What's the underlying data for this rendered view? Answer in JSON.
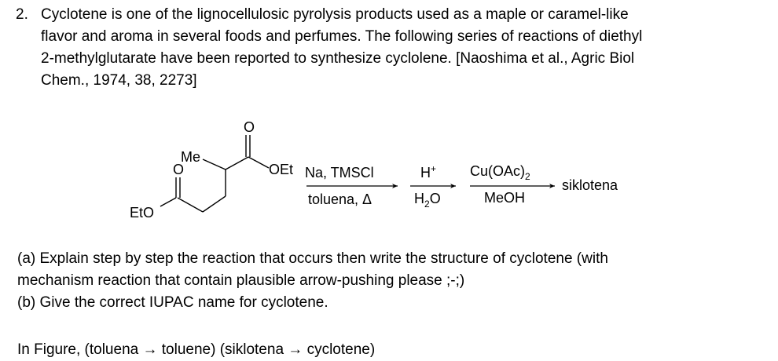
{
  "question": {
    "number": "2.",
    "intro_lines": [
      "Cyclotene is one of the lignocellulosic pyrolysis products used as a maple or caramel-like",
      "flavor and aroma in several foods and perfumes. The following series of reactions of diethyl",
      "2-methylglutarate have been reported to synthesize cyclolene. [Naoshima et al., Agric Biol",
      "Chem., 1974, 38, 2273]"
    ]
  },
  "scheme": {
    "molecule_labels": {
      "methyl": "Me",
      "carbonyl_oxygen_left": "O",
      "carbonyl_oxygen_right": "O",
      "ethoxy_left": "EtO",
      "ethoxy_right": "OEt"
    },
    "steps": [
      {
        "above": "Na, TMSCl",
        "below": "toluena, Δ"
      },
      {
        "above_base": "H",
        "above_sup": "+",
        "below_base": "H",
        "below_sub": "2",
        "below_after": "O"
      },
      {
        "above_base": "Cu(OAc)",
        "above_sub": "2",
        "below": "MeOH"
      }
    ],
    "product": "siklotena"
  },
  "parts": [
    "(a) Explain step by step the reaction that occurs then write the structure of cyclotene (with",
    "mechanism reaction that contain plausible arrow-pushing please ;-;)",
    "(b) Give the correct IUPAC name for cyclotene."
  ],
  "note": "In Figure, (toluena → toluene) (siklotena → cyclotene)"
}
